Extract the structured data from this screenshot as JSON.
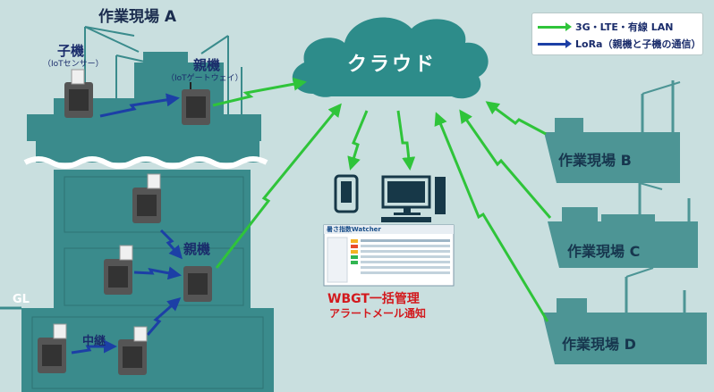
{
  "site_a": {
    "title": "作業現場 A"
  },
  "site_b": {
    "title": "作業現場 B"
  },
  "site_c": {
    "title": "作業現場 C"
  },
  "site_d": {
    "title": "作業現場 D"
  },
  "cloud": {
    "label": "クラウド"
  },
  "child_device": {
    "title": "子機",
    "subtitle": "（IoTセンサー）"
  },
  "parent_device_top": {
    "title": "親機",
    "subtitle": "（IoTゲートウェイ）"
  },
  "parent_device_mid": {
    "title": "親機"
  },
  "relay": {
    "label": "中継"
  },
  "ground_level": {
    "label": "GL"
  },
  "legend": {
    "items": [
      {
        "label": "3G・LTE・有線 LAN",
        "color": "#2fc43a"
      },
      {
        "label": "LoRa（親機と子機の通信）",
        "color": "#1c3fa6"
      }
    ]
  },
  "software": {
    "logo_text": "暑さ指数Watcher",
    "caption_line1": "WBGT一括管理",
    "caption_line2": "アラートメール通知"
  },
  "colors": {
    "background": "#c9dfdf",
    "cloud": "#2d8c8a",
    "building": "#3a8b8c",
    "ship": "#4d9595",
    "wifi_green": "#2fc43a",
    "lora_blue": "#1c3fa6",
    "caption_red": "#d3191d"
  }
}
